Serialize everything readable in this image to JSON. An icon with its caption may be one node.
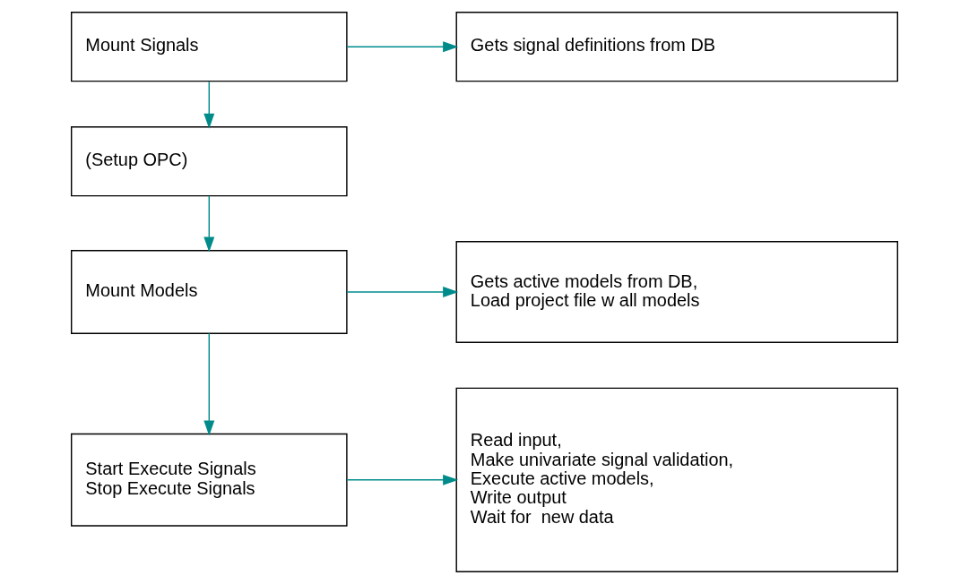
{
  "diagram": {
    "nodes": [
      {
        "text": [
          "Mount Signals"
        ]
      },
      {
        "text": [
          "Gets signal definitions from DB"
        ]
      },
      {
        "text": [
          "(Setup OPC)"
        ]
      },
      {
        "text": [
          "Mount Models"
        ]
      },
      {
        "text": [
          "Gets active models from DB,",
          "Load project file w all models"
        ]
      },
      {
        "text": [
          "Start Execute Signals",
          "Stop Execute Signals"
        ]
      },
      {
        "text": [
          "Read input,",
          "Make univariate signal validation,",
          "Execute active models,",
          "Write output",
          "Wait for  new data"
        ]
      }
    ],
    "edges": [
      {
        "from": 0,
        "to": 1,
        "arrow": "to"
      },
      {
        "from": 0,
        "to": 2,
        "arrow": "to"
      },
      {
        "from": 2,
        "to": 3,
        "arrow": "to"
      },
      {
        "from": 3,
        "to": 4,
        "arrow": "to"
      },
      {
        "from": 3,
        "to": 5,
        "arrow": "to"
      },
      {
        "from": 5,
        "to": 6,
        "arrow": "to"
      }
    ]
  }
}
